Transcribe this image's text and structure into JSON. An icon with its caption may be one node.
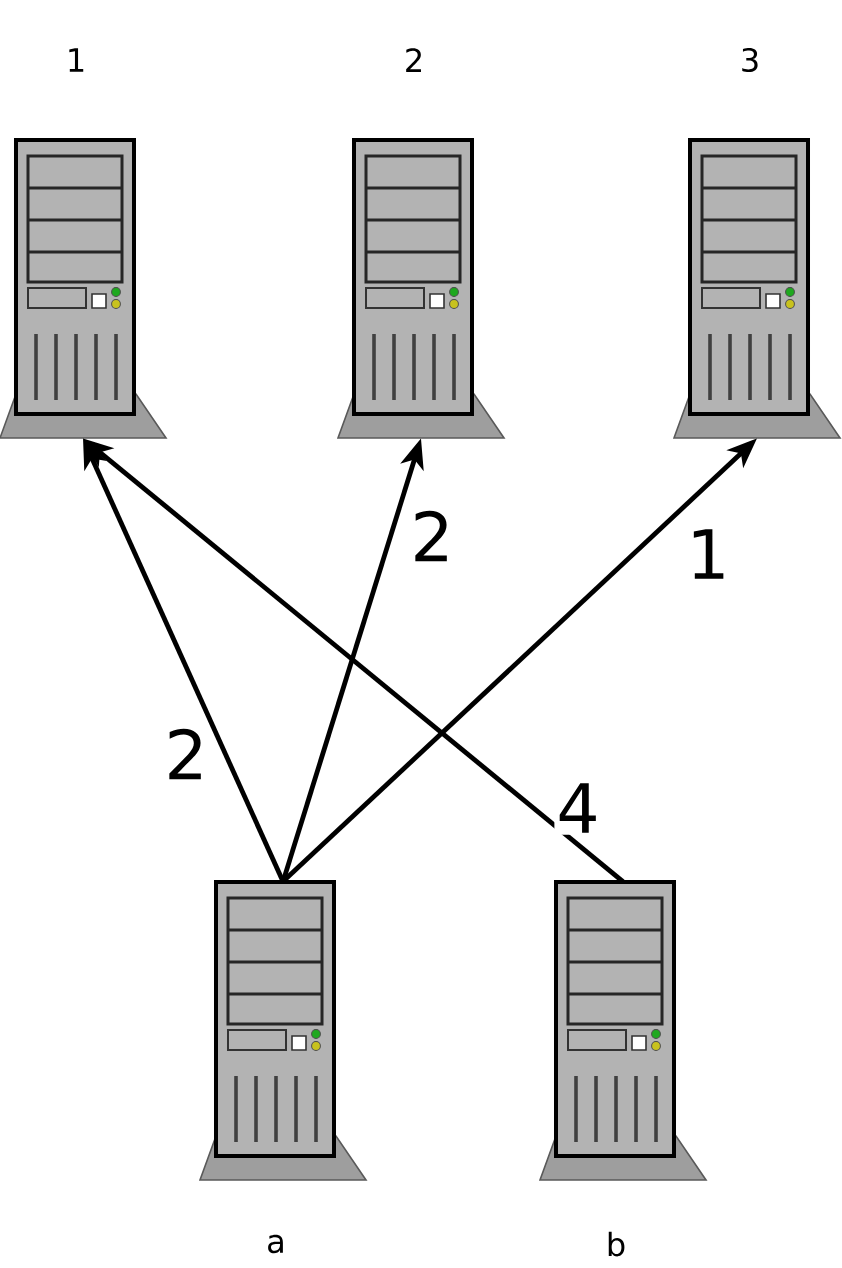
{
  "diagram": {
    "nodes": [
      {
        "text": [
          "1"
        ]
      },
      {
        "text": [
          "2"
        ]
      },
      {
        "text": [
          "3"
        ]
      },
      {
        "text": [
          "a"
        ]
      },
      {
        "text": [
          "b"
        ]
      }
    ],
    "edges": [
      {
        "from": 3,
        "to": 0,
        "arrow": "to",
        "label": "2"
      },
      {
        "from": 3,
        "to": 1,
        "arrow": "to",
        "label": "2"
      },
      {
        "from": 3,
        "to": 2,
        "arrow": "to",
        "label": "1"
      },
      {
        "from": 4,
        "to": 0,
        "arrow": "to",
        "label": "4"
      }
    ]
  }
}
